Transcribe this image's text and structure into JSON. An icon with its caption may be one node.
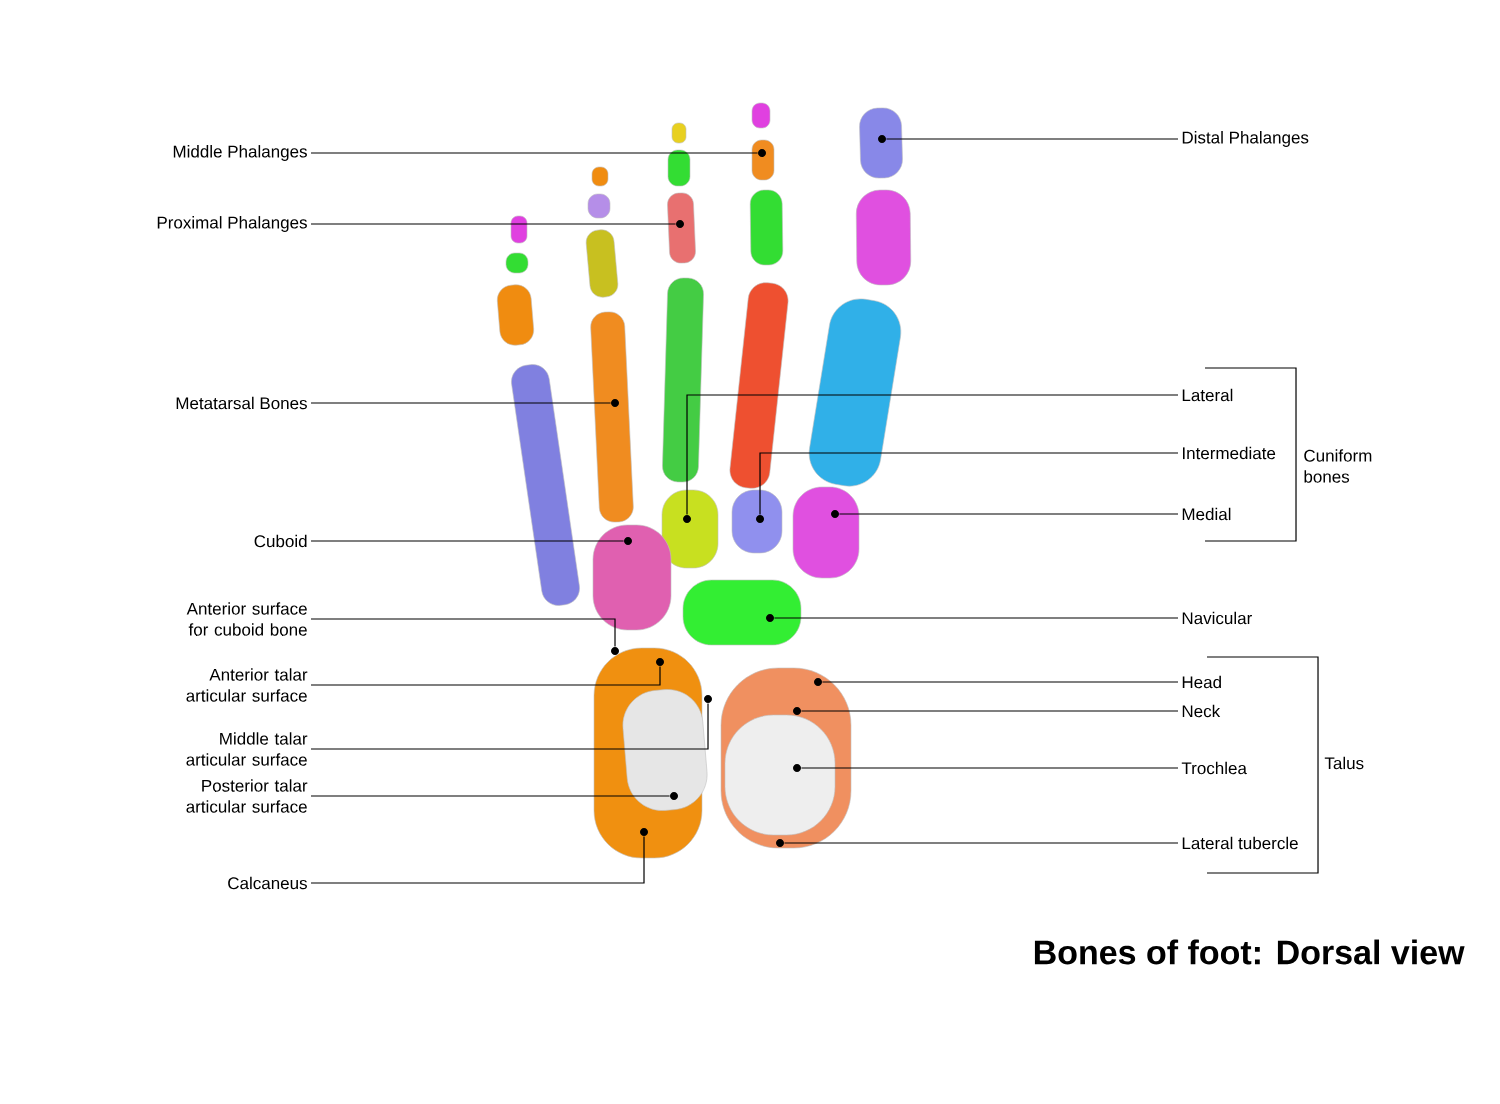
{
  "diagram": {
    "title": "Bones of foot: Dorsal view",
    "nodes": [
      {
        "text": [
          "Middle Phalanges"
        ]
      },
      {
        "text": [
          "Distal Phalanges"
        ]
      },
      {
        "text": [
          "Proximal Phalanges"
        ]
      },
      {
        "text": [
          "Metatarsal Bones"
        ]
      },
      {
        "text": [
          "Lateral"
        ]
      },
      {
        "text": [
          "Intermediate"
        ]
      },
      {
        "text": [
          "Medial"
        ]
      },
      {
        "text": [
          "Cuboid"
        ]
      },
      {
        "text": [
          "Navicular"
        ]
      },
      {
        "text": [
          "Anterior surface for cuboid bone"
        ]
      },
      {
        "text": [
          "Anterior talar articular surface"
        ]
      },
      {
        "text": [
          "Head"
        ]
      },
      {
        "text": [
          "Neck"
        ]
      },
      {
        "text": [
          "Middle talar articular surface"
        ]
      },
      {
        "text": [
          "Trochlea"
        ]
      },
      {
        "text": [
          "Posterior talar articular surface"
        ]
      },
      {
        "text": [
          "Lateral tubercle"
        ]
      },
      {
        "text": [
          "Calcaneus"
        ]
      },
      {
        "text": [],
        "shape": "circle"
      },
      {
        "text": [],
        "shape": "circle"
      },
      {
        "text": [],
        "shape": "circle"
      },
      {
        "text": [],
        "shape": "circle"
      },
      {
        "text": [],
        "shape": "circle"
      },
      {
        "text": [],
        "shape": "circle"
      },
      {
        "text": [],
        "shape": "circle"
      },
      {
        "text": [],
        "shape": "circle"
      },
      {
        "text": [],
        "shape": "circle"
      },
      {
        "text": [],
        "shape": "circle"
      },
      {
        "text": [],
        "shape": "circle"
      },
      {
        "text": [],
        "shape": "circle"
      },
      {
        "text": [],
        "shape": "circle"
      },
      {
        "text": [],
        "shape": "circle"
      },
      {
        "text": [],
        "shape": "circle"
      },
      {
        "text": [],
        "shape": "circle"
      },
      {
        "text": [],
        "shape": "circle"
      },
      {
        "text": [],
        "shape": "circle"
      }
    ],
    "edges": [
      {
        "from": 0,
        "to": 18,
        "arrow": "none"
      },
      {
        "from": 1,
        "to": 19,
        "arrow": "none"
      },
      {
        "from": 2,
        "to": 20,
        "arrow": "none"
      },
      {
        "from": 3,
        "to": 21,
        "arrow": "none"
      },
      {
        "from": 4,
        "to": 22,
        "arrow": "none"
      },
      {
        "from": 5,
        "to": 23,
        "arrow": "none"
      },
      {
        "from": 6,
        "to": 24,
        "arrow": "none"
      },
      {
        "from": 7,
        "to": 25,
        "arrow": "none"
      },
      {
        "from": 8,
        "to": 26,
        "arrow": "none"
      },
      {
        "from": 9,
        "to": 27,
        "arrow": "none"
      },
      {
        "from": 10,
        "to": 28,
        "arrow": "none"
      },
      {
        "from": 11,
        "to": 29,
        "arrow": "none"
      },
      {
        "from": 12,
        "to": 30,
        "arrow": "none"
      },
      {
        "from": 13,
        "to": 31,
        "arrow": "none"
      },
      {
        "from": 14,
        "to": 32,
        "arrow": "none"
      },
      {
        "from": 15,
        "to": 33,
        "arrow": "none"
      },
      {
        "from": 16,
        "to": 34,
        "arrow": "none"
      },
      {
        "from": 17,
        "to": 35,
        "arrow": "none"
      }
    ],
    "labels": [
      "Cuniform bones",
      "Talus"
    ]
  }
}
